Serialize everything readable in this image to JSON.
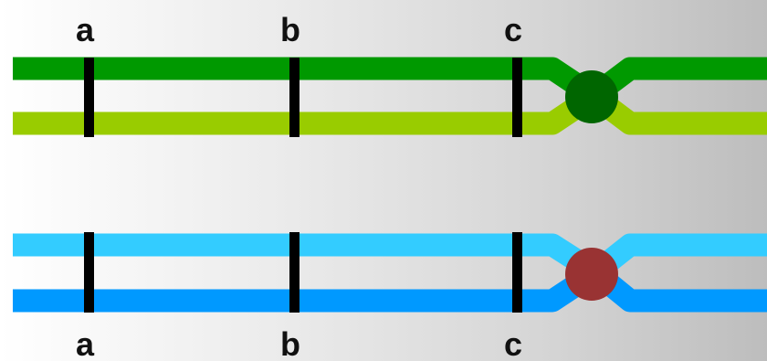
{
  "top_pair": {
    "labels": [
      "a",
      "b",
      "c"
    ],
    "colors": {
      "upper": "#009900",
      "lower": "#99cc00",
      "crossover": "#006600"
    }
  },
  "bottom_pair": {
    "labels": [
      "a",
      "b",
      "c"
    ],
    "colors": {
      "upper": "#33ccff",
      "lower": "#0099ff",
      "crossover": "#993333"
    }
  }
}
